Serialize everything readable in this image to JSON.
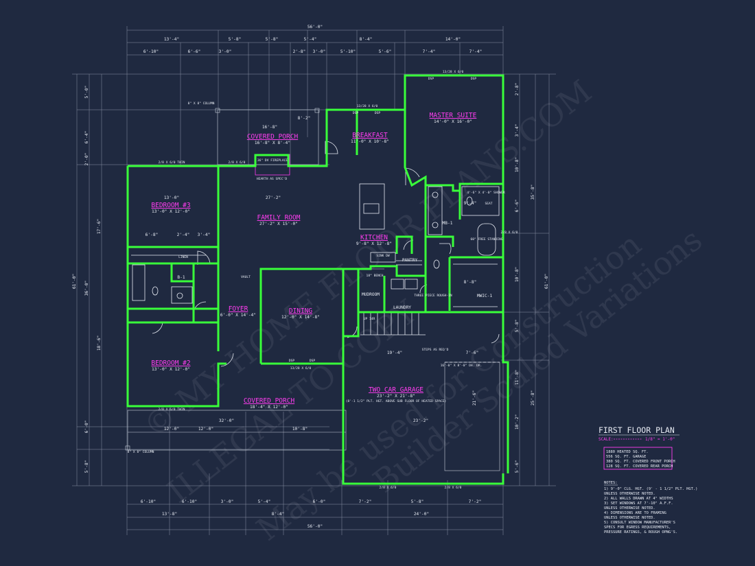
{
  "title_block": {
    "title": "FIRST FLOOR PLAN",
    "scale_label": "SCALE:",
    "scale_value": "1/8\" = 1'-0\""
  },
  "area_box": [
    "1880 HEATED SQ. FT.",
    "556 SQ. FT. GARAGE",
    "380 SQ. FT. COVERED FRONT PORCH",
    "128 SQ. FT. COVERED REAR PORCH"
  ],
  "notes": {
    "heading": "NOTES:",
    "lines": [
      "1)  9'-0\" CLG. HGT. (9' - 1 1/2\" PLT. HGT.)",
      "     UNLESS OTHERWISE NOTED.",
      "2)  ALL WALLS DRAWN AT 4\" WIDTHS",
      "3)  SET WINDOWS AT 7'-10\" A.F.F.",
      "     UNLESS OTHERWISE NOTED.",
      "4)  DIMENSIONS ARE TO FRAMING",
      "     UNLESS OTHERWISE NOTED.",
      "5)  CONSULT WINDOW MANUFACTURER'S",
      "     SPECS FOR EGRESS REQUIREMENTS,",
      "     PRESSURE RATINGS, & ROUGH OPNG'S."
    ]
  },
  "rooms": {
    "covered_porch_rear": {
      "name": "COVERED PORCH",
      "size": "16'-8\" X 8'-4\""
    },
    "breakfast": {
      "name": "BREAKFAST",
      "size": "11'-0\" X 10'-8\""
    },
    "master_suite": {
      "name": "MASTER SUITE",
      "size": "14'-0\" X 16'-0\""
    },
    "bedroom3": {
      "name": "BEDROOM #3",
      "size": "13'-0\" X 12'-0\""
    },
    "family_room": {
      "name": "FAMILY ROOM",
      "size": "27'-2\" X 15'-0\""
    },
    "kitchen": {
      "name": "KITCHEN",
      "size": "9'-8\" X 12'-8\""
    },
    "foyer": {
      "name": "FOYER",
      "size": "6'-0\" X 14'-4\""
    },
    "dining": {
      "name": "DINING",
      "size": "12'-0\" X 14'-8\""
    },
    "bedroom2": {
      "name": "BEDROOM #2",
      "size": "13'-0\" X 12'-0\""
    },
    "covered_porch_front": {
      "name": "COVERED PORCH",
      "size": "18'-4\" X 12'-0\""
    },
    "garage": {
      "name": "TWO CAR GARAGE",
      "size": "23'-2\" X 21'-8\"",
      "note": "(8'-1 1/2\" PLT. HGT. ABOVE SUB FLOOR OF HEATED SPACE)"
    }
  },
  "small_labels": {
    "mudroom": "MUDROOM",
    "laundry": "LAUNDRY",
    "pantry": "PANTRY",
    "bath1": "B-1",
    "mb1": "MB-1",
    "mwic1": "MWIC-1",
    "linen": "LINEN",
    "fireplace": "36\" DV FIREPLACE",
    "hearth": "HEARTH AS SPEC'D",
    "column_top": "8\" X 8\" COLUMN",
    "column_bot": "8\" X 8\" COLUMN",
    "garage_door": "16'-0\" X 8'-0\" OH. DR.",
    "steps_note": "STEPS AS REQ'D",
    "shower": "4'-6\" X 4'-0\" SHOWER",
    "tub": "60\" FREE STANDING",
    "seat": "SEAT",
    "bench": "18\" BENCH",
    "three_piece": "THREE PIECE ROUGH-IN",
    "sink_dw": "SINK DW",
    "up": "UP 14R",
    "vaulted": "VAULT"
  },
  "dims": {
    "overall_top": "56'-0\"",
    "overall_bottom": "56'-0\"",
    "top_row2": [
      "13'-4\"",
      "5'-8\"",
      "5'-8\"",
      "5'-4\"",
      "8'-4\"",
      "14'-0\""
    ],
    "top_row3": [
      "6'-10\"",
      "6'-6\"",
      "3'-0\"",
      "2'-8\"",
      "3'-0\"",
      "5'-10\"",
      "5'-6\"",
      "7'-4\"",
      "7'-4\""
    ],
    "bottom_row1": [
      "6'-10\"",
      "6'-10\"",
      "3'-0\"",
      "5'-4\"",
      "6'-0\"",
      "7'-2\"",
      "5'-8\"",
      "7'-2\""
    ],
    "bottom_row2": [
      "13'-8\"",
      "8'-4\"",
      "24'-0\""
    ],
    "left_overall": "61'-0\"",
    "right_overall": "61'-0\"",
    "left_segs": [
      "5'-0\"",
      "6'-4\"",
      "2'-0\"",
      "17'-6\"",
      "36'-0\"",
      "18'-6\"",
      "6'-0\"",
      "5'-8\""
    ],
    "right_segs": [
      "2'-8\"",
      "3'-4\"",
      "10'-8\"",
      "6'-6\"",
      "10'-8\"",
      "5'-8\"",
      "11'-8\"",
      "10'-2\"",
      "5'-6\"",
      "35'-8\"",
      "25'-8\""
    ],
    "interior": [
      "27'-2\"",
      "13'-0\"",
      "16'-8\"",
      "8'-2\"",
      "32'-0\"",
      "12'-0\"",
      "12'-0\"",
      "10'-8\"",
      "19'-4\"",
      "23'-2\"",
      "7'-6\"",
      "21'-6\"",
      "8'-8\"",
      "9'-4\"",
      "6'-8\"",
      "2'-4\"",
      "3'-4\""
    ]
  },
  "windows": {
    "w1": "2/8 X 6/0 TWIN",
    "w2": "2/8 X 6/0",
    "w3": "13/28 X 6/0",
    "w4": "13/28 X 6/0",
    "w5": "2/8 X 6/0 TWIN",
    "w6": "2/8 X 6/0",
    "w7": "13/28 X 6/0",
    "w8": "2/8 X 6/0",
    "w9": "2/8 X 6/0",
    "dsp": "DSP"
  },
  "watermark": [
    "© MY HOME FLOOR PLANS.COM",
    "ILLEGAL TO COPY",
    "May be used for Construction",
    "Builder Scaled Variations"
  ]
}
